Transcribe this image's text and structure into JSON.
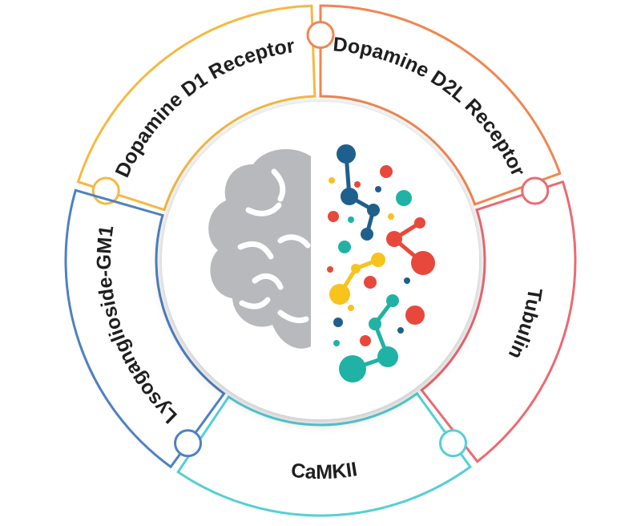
{
  "segments": [
    {
      "id": "d1",
      "label": "Dopamine D1 Receptor",
      "color": "#f5b942",
      "accent": "#e0a63b"
    },
    {
      "id": "d2l",
      "label": "Dopamine D2L Receptor",
      "color": "#f08650",
      "accent": "#e07a48"
    },
    {
      "id": "tub",
      "label": "Tubulin",
      "color": "#ec6a72",
      "accent": "#d95a68"
    },
    {
      "id": "camk",
      "label": "CaMKII",
      "color": "#55cfd6",
      "accent": "#4fb4bd"
    },
    {
      "id": "lyso",
      "label": "Lysoganglioside-GM1",
      "color": "#4f80c2",
      "accent": "#4a72b0"
    }
  ],
  "center": {
    "icon": "brain-molecule-icon",
    "brain_color": "#b8b9bc",
    "dot_colors": [
      "#1f5f8b",
      "#e8483b",
      "#20b2a4",
      "#f7c31c"
    ]
  }
}
